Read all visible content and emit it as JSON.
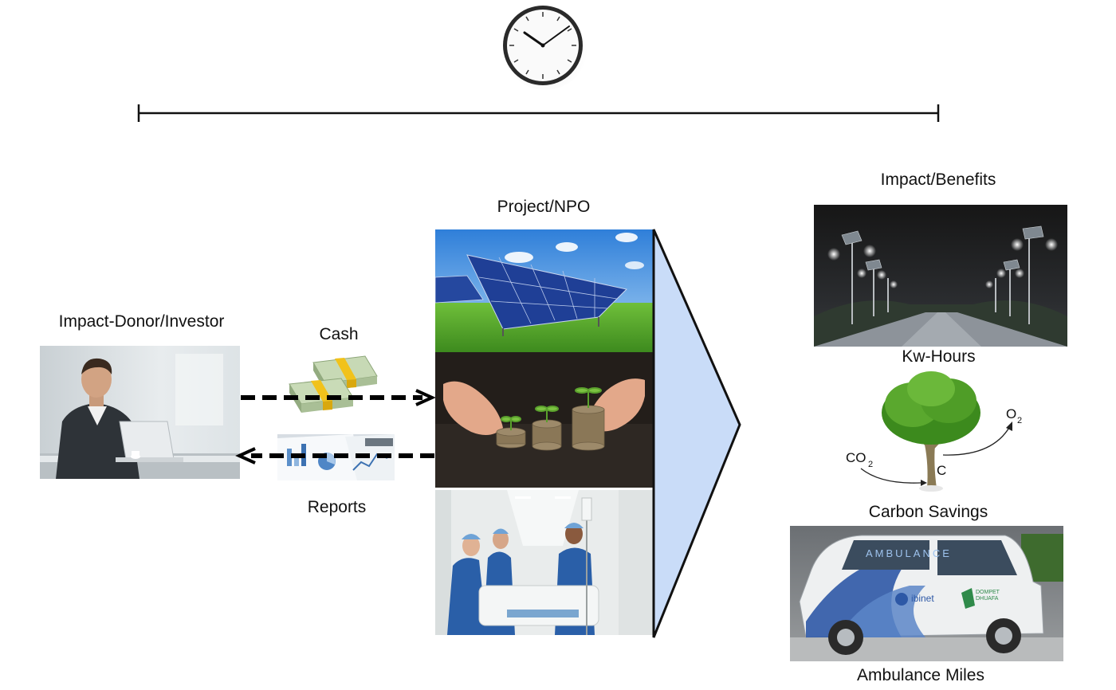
{
  "labels": {
    "donor": "Impact-Donor/Investor",
    "cash": "Cash",
    "reports": "Reports",
    "project": "Project/NPO",
    "impact": "Impact/Benefits",
    "kwh": "Kw-Hours",
    "carbon": "Carbon Savings",
    "ambulance": "Ambulance Miles"
  },
  "tree_annotations": {
    "co2": "CO",
    "co2_sub": "2",
    "c": "C",
    "o2": "O",
    "o2_sub": "2"
  },
  "ambulance_text": {
    "sign": "AMBULANCE",
    "brand1": "ibinet",
    "brand2": "DOMPET DHUAFA"
  },
  "colors": {
    "chevron_fill": "#c9dcf8",
    "line": "#111111",
    "arrow": "#000000"
  },
  "icons": {
    "clock": "wall-clock-icon",
    "timeline": "timeline-bar",
    "cash": "money-stacks-image",
    "reports": "report-charts-image"
  }
}
